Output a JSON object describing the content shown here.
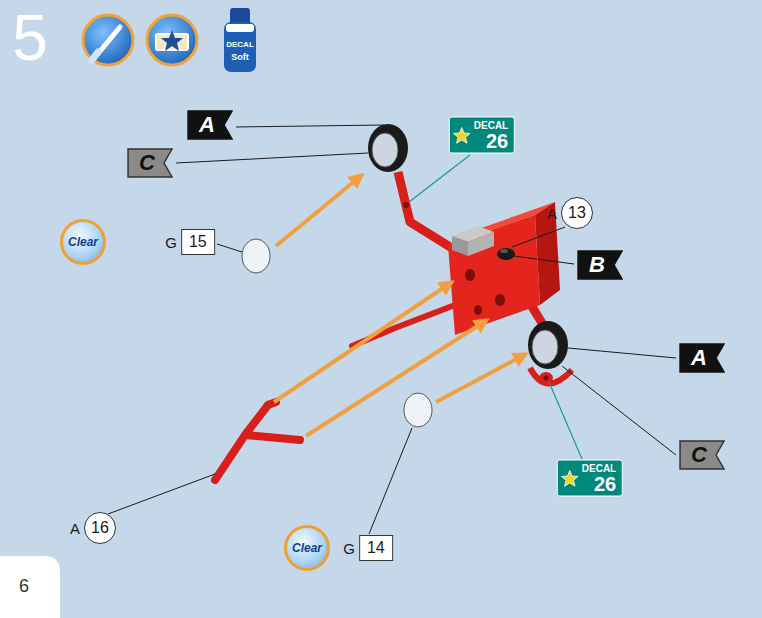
{
  "diagram": {
    "nodes": [
      {
        "text": [
          "C"
        ]
      },
      {
        "text": [
          "A"
        ]
      },
      {
        "text": [
          "DECAL",
          "26"
        ]
      },
      {
        "text": [
          "A",
          "13"
        ]
      },
      {
        "text": [
          "B"
        ]
      },
      {
        "text": [
          "Clear"
        ]
      },
      {
        "text": [
          "G",
          "15"
        ]
      },
      {
        "text": [
          "A"
        ]
      },
      {
        "text": [
          "C"
        ]
      },
      {
        "text": [
          "DECAL",
          "26"
        ]
      },
      {
        "text": [
          "A",
          "16"
        ]
      },
      {
        "text": [
          "Clear"
        ]
      },
      {
        "text": [
          "G",
          "14"
        ]
      }
    ],
    "labels": [
      "5",
      "DECAL",
      "Soft",
      "6"
    ]
  }
}
